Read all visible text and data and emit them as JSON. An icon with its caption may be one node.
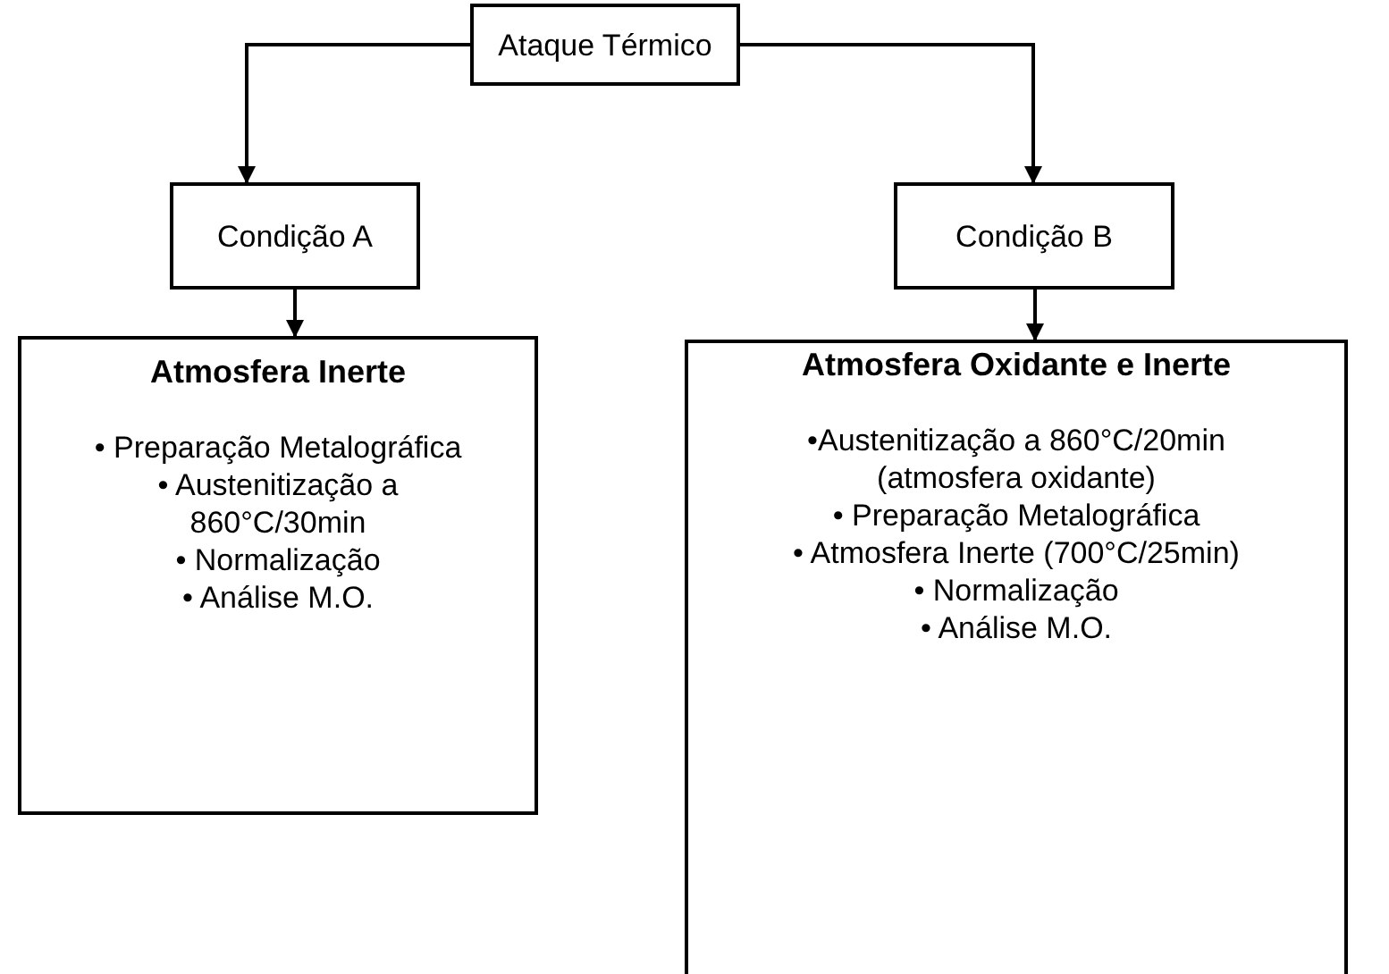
{
  "diagram": {
    "nodes": [
      {
        "text": [
          "Ataque Térmico"
        ]
      },
      {
        "text": [
          "Condição A"
        ]
      },
      {
        "text": [
          "Condição B"
        ]
      },
      {
        "text": [
          "Atmosfera Inerte",
          "• Preparação Metalográfica",
          "• Austenitização a 860°C/30min",
          "• Normalização",
          "• Análise M.O."
        ]
      },
      {
        "text": [
          "Atmosfera Oxidante e Inerte",
          "•Austenitização a 860°C/20min (atmosfera oxidante)",
          "• Preparação Metalográfica",
          "• Atmosfera Inerte (700°C/25min)",
          "• Normalização",
          "• Análise M.O."
        ]
      }
    ],
    "edges": [
      {
        "from": 0,
        "to": 1,
        "arrow": "to"
      },
      {
        "from": 0,
        "to": 2,
        "arrow": "to"
      },
      {
        "from": 1,
        "to": 3,
        "arrow": "to"
      },
      {
        "from": 2,
        "to": 4,
        "arrow": "to"
      }
    ]
  }
}
